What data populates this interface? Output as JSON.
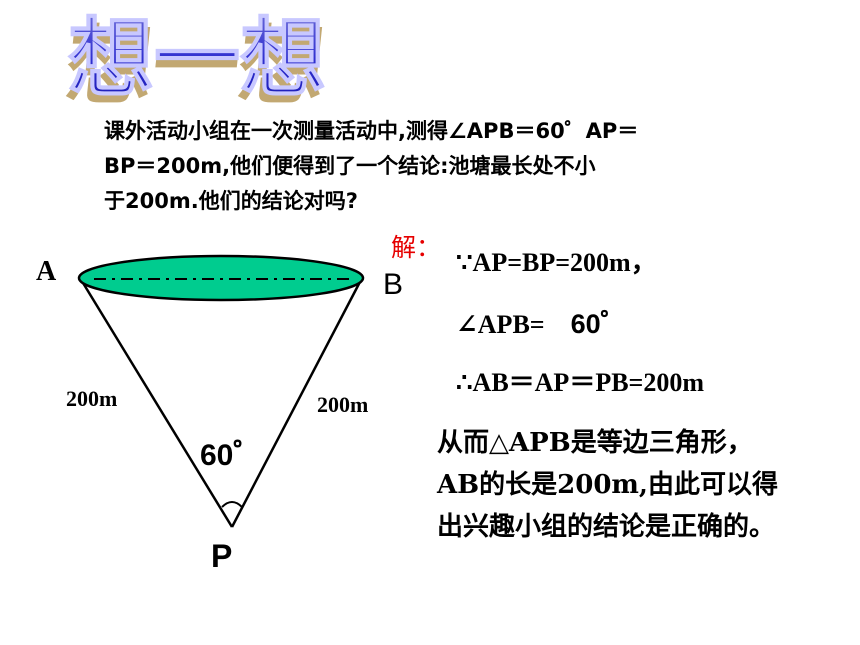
{
  "title": "想一想",
  "problem": {
    "line1": "课外活动小组在一次测量活动中,测得∠APB＝60゜AP＝",
    "line2": "BP＝200m,他们便得到了一个结论:池塘最长处不小",
    "line3": "于200m.他们的结论对吗?"
  },
  "diagram": {
    "point_a": "A",
    "point_b": "B",
    "point_p": "P",
    "side_left": "200m",
    "side_right": "200m",
    "angle": "60゜",
    "pond_color": "#00cc8f"
  },
  "solution": {
    "mark": "解：",
    "line1": "∵AP=BP=200m，",
    "line2_prefix": "∠APB=",
    "line2_value": "60゜",
    "line3": "∴AB＝AP＝PB=200m"
  },
  "conclusion": {
    "line1": "从而△APB是等边三角形，",
    "line2": "AB的长是200m,由此可以得",
    "line3": "出兴趣小组的结论是正确的。"
  }
}
